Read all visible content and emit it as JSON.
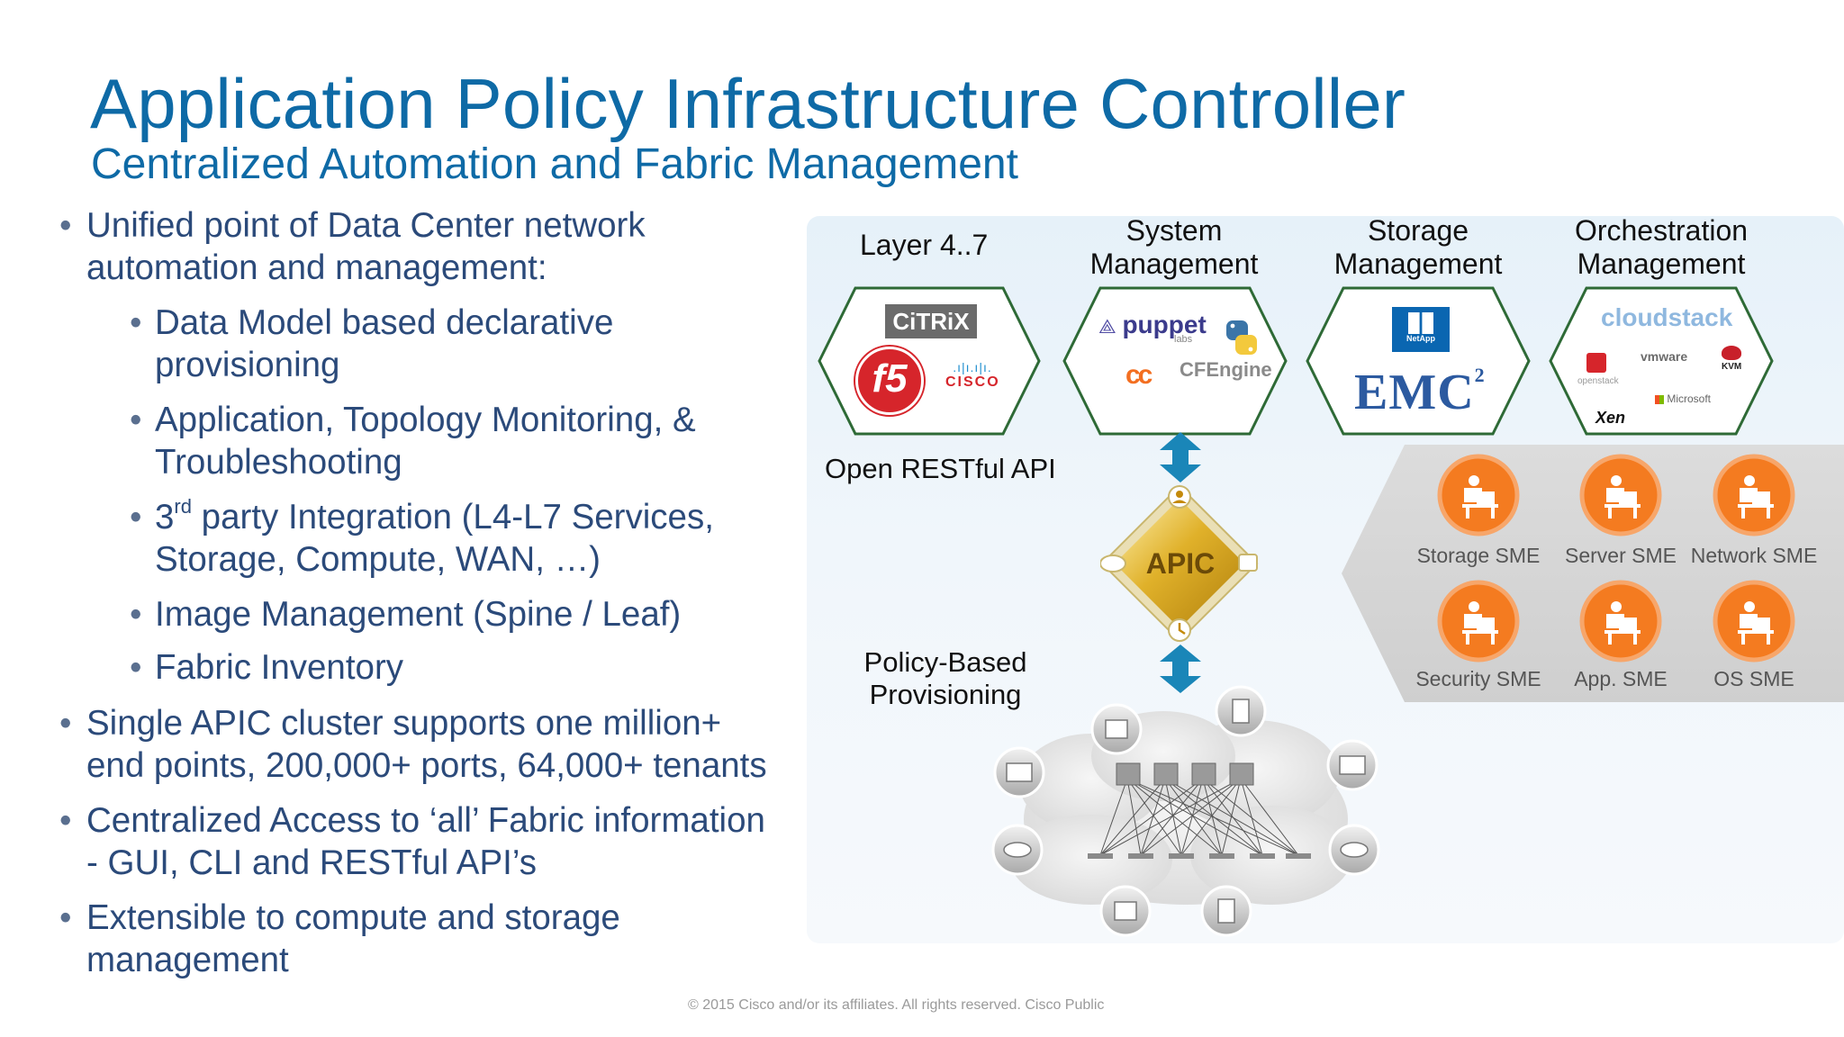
{
  "title": "Application Policy Infrastructure Controller",
  "subtitle": "Centralized Automation and Fabric Management",
  "bullets": {
    "b1_line1": "Unified point of Data Center network",
    "b1_line2": "automation and management:",
    "s1_line1": "Data Model based declarative",
    "s1_line2": "provisioning",
    "s2_line1": "Application, Topology Monitoring, &",
    "s2_line2": "Troubleshooting",
    "s3_pre": "3",
    "s3_sup": "rd",
    "s3_line1_rest": " party Integration (L4-L7 Services,",
    "s3_line2": "Storage, Compute, WAN, …)",
    "s4": "Image Management (Spine / Leaf)",
    "s5": "Fabric Inventory",
    "b2_line1": "Single APIC cluster supports one million+",
    "b2_line2": "end points, 200,000+ ports, 64,000+ tenants",
    "b3_line1": "Centralized Access to ‘all’ Fabric information",
    "b3_line2": "- GUI, CLI and RESTful API’s",
    "b4_line1": "Extensible to compute and storage",
    "b4_line2": "management"
  },
  "diagram": {
    "categories": {
      "layer47": "Layer 4..7",
      "system_l1": "System",
      "system_l2": "Management",
      "storage_l1": "Storage",
      "storage_l2": "Management",
      "orch_l1": "Orchestration",
      "orch_l2": "Management"
    },
    "open_api": "Open RESTful API",
    "policy_l1": "Policy-Based",
    "policy_l2": "Provisioning",
    "apic": "APIC",
    "logos": {
      "citrix": "CiTRiX",
      "f5": "f5",
      "cisco": "CISCO",
      "puppet": "puppet",
      "puppet_sub": "labs",
      "cfengine": "CFEngine",
      "netapp": "NetApp",
      "emc": "EMC",
      "emc_sup": "2",
      "cloudstack": "cloudstack",
      "vmware": "vmware",
      "kvm": "KVM",
      "openstack": "openstack",
      "microsoft": "Microsoft",
      "xen": "Xen"
    },
    "sme": [
      "Storage SME",
      "Server SME",
      "Network SME",
      "Security SME",
      "App. SME",
      "OS SME"
    ],
    "colors": {
      "hex_border": "#2e6a36",
      "sme_orange": "#f47b20",
      "arrow": "#1a86b8",
      "apic_gold": "#d7a61e"
    }
  },
  "footer": "© 2015  Cisco and/or its affiliates. All rights reserved.    Cisco Public"
}
